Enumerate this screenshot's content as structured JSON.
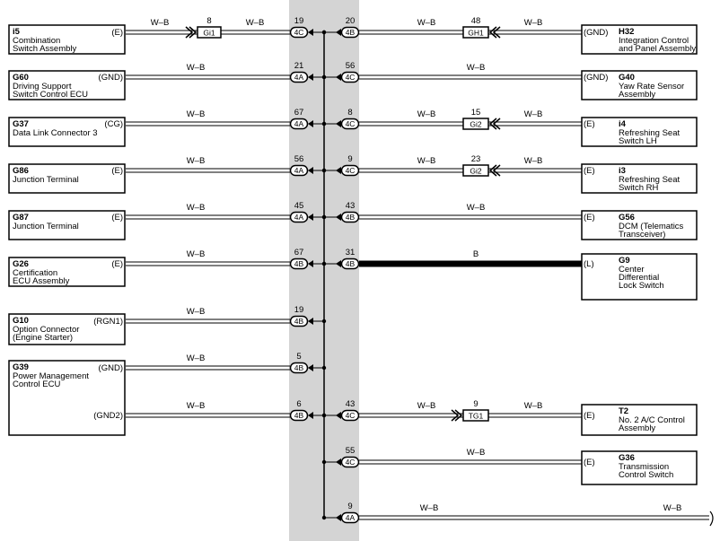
{
  "colors": {
    "band": "#d4d4d4",
    "wire": "#000000",
    "background": "#ffffff"
  },
  "left_components": [
    {
      "code": "i5",
      "name": [
        "Combination",
        "Switch Assembly"
      ],
      "terminals": [
        "(E)"
      ]
    },
    {
      "code": "G60",
      "name": [
        "Driving Support",
        "Switch Control ECU"
      ],
      "terminals": [
        "(GND)"
      ]
    },
    {
      "code": "G37",
      "name": [
        "Data Link Connector 3"
      ],
      "terminals": [
        "(CG)"
      ]
    },
    {
      "code": "G86",
      "name": [
        "Junction Terminal"
      ],
      "terminals": [
        "(E)"
      ]
    },
    {
      "code": "G87",
      "name": [
        "Junction Terminal"
      ],
      "terminals": [
        "(E)"
      ]
    },
    {
      "code": "G26",
      "name": [
        "Certification",
        "ECU Assembly"
      ],
      "terminals": [
        "(E)"
      ]
    },
    {
      "code": "G10",
      "name": [
        "Option Connector",
        "(Engine Starter)"
      ],
      "terminals": [
        "(RGN1)"
      ]
    },
    {
      "code": "G39",
      "name": [
        "Power Management",
        "Control ECU"
      ],
      "terminals": [
        "(GND)",
        "(GND2)"
      ]
    }
  ],
  "right_components": [
    {
      "code": "H32",
      "name": [
        "Integration Control",
        "and Panel Assembly"
      ],
      "terminal": "(GND)"
    },
    {
      "code": "G40",
      "name": [
        "Yaw Rate Sensor",
        "Assembly"
      ],
      "terminal": "(GND)"
    },
    {
      "code": "i4",
      "name": [
        "Refreshing Seat",
        "Switch LH"
      ],
      "terminal": "(E)"
    },
    {
      "code": "i3",
      "name": [
        "Refreshing Seat",
        "Switch RH"
      ],
      "terminal": "(E)"
    },
    {
      "code": "G56",
      "name": [
        "DCM (Telematics",
        "Transceiver)"
      ],
      "terminal": "(E)"
    },
    {
      "code": "G9",
      "name": [
        "Center",
        "Differential",
        "Lock Switch"
      ],
      "terminal": "(L)"
    },
    {
      "code": "T2",
      "name": [
        "No.  2 A/C Control",
        "Assembly"
      ],
      "terminal": "(E)"
    },
    {
      "code": "G36",
      "name": [
        "Transmission",
        "Control Switch"
      ],
      "terminal": "(E)"
    }
  ],
  "left_wires": [
    {
      "color": "W–B",
      "pin": "19",
      "conn": "4C",
      "inline": {
        "label": "Gi1",
        "pin": "8"
      }
    },
    {
      "color": "W–B",
      "pin": "21",
      "conn": "4A"
    },
    {
      "color": "W–B",
      "pin": "67",
      "conn": "4A"
    },
    {
      "color": "W–B",
      "pin": "56",
      "conn": "4A"
    },
    {
      "color": "W–B",
      "pin": "45",
      "conn": "4A"
    },
    {
      "color": "W–B",
      "pin": "67",
      "conn": "4B"
    },
    {
      "color": "W–B",
      "pin": "19",
      "conn": "4B"
    },
    {
      "color": "W–B",
      "pin": "5",
      "conn": "4B"
    },
    {
      "color": "W–B",
      "pin": "6",
      "conn": "4B"
    }
  ],
  "right_wires": [
    {
      "pin": "20",
      "conn": "4B",
      "color": "W–B",
      "inline": {
        "label": "GH1",
        "pin": "48",
        "color2": "W–B"
      }
    },
    {
      "pin": "56",
      "conn": "4C",
      "color": "W–B"
    },
    {
      "pin": "8",
      "conn": "4C",
      "color": "W–B",
      "inline": {
        "label": "Gi2",
        "pin": "15",
        "color2": "W–B"
      }
    },
    {
      "pin": "9",
      "conn": "4C",
      "color": "W–B",
      "inline": {
        "label": "Gi2",
        "pin": "23",
        "color2": "W–B"
      }
    },
    {
      "pin": "43",
      "conn": "4B",
      "color": "W–B"
    },
    {
      "pin": "31",
      "conn": "4B",
      "color": "B"
    },
    {
      "pin": "43",
      "conn": "4C",
      "color": "W–B",
      "inline": {
        "label": "TG1",
        "pin": "9",
        "color2": "W–B"
      }
    },
    {
      "pin": "55",
      "conn": "4C",
      "color": "W–B"
    },
    {
      "pin": "9",
      "conn": "4A",
      "color": "W–B",
      "color2": "W–B"
    }
  ]
}
